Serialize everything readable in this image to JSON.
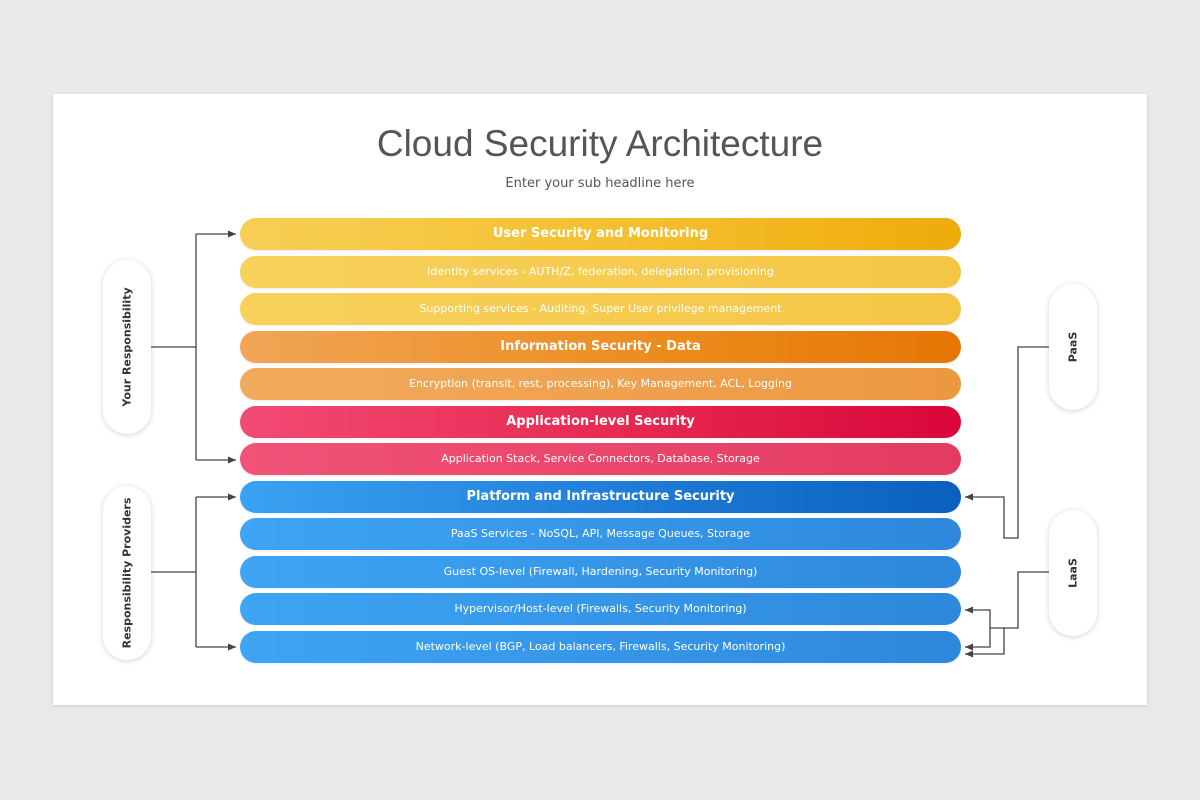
{
  "title": "Cloud Security Architecture",
  "subtitle": "Enter your sub headline here",
  "layers": [
    {
      "label": "User Security and Monitoring",
      "kind": "head",
      "color": "yellow"
    },
    {
      "label": "Identity services - AUTH/Z, federation, delegation, provisioning",
      "kind": "item",
      "color": "yellow"
    },
    {
      "label": "Supporting services - Auditing, Super User privilege management",
      "kind": "item",
      "color": "yellow"
    },
    {
      "label": "Information Security - Data",
      "kind": "head",
      "color": "orange"
    },
    {
      "label": "Encryption (transit, rest, processing), Key Management, ACL, Logging",
      "kind": "item",
      "color": "orange"
    },
    {
      "label": "Application-level Security",
      "kind": "head",
      "color": "red"
    },
    {
      "label": "Application Stack, Service Connectors, Database, Storage",
      "kind": "item",
      "color": "red"
    },
    {
      "label": "Platform and Infrastructure Security",
      "kind": "head",
      "color": "blue"
    },
    {
      "label": "PaaS Services - NoSQL, API, Message Queues, Storage",
      "kind": "item",
      "color": "blue"
    },
    {
      "label": "Guest OS-level (Firewall, Hardening, Security Monitoring)",
      "kind": "item",
      "color": "blue"
    },
    {
      "label": "Hypervisor/Host-level (Firewalls, Security Monitoring)",
      "kind": "item",
      "color": "blue"
    },
    {
      "label": "Network-level (BGP, Load balancers, Firewalls, Security Monitoring)",
      "kind": "item",
      "color": "blue"
    }
  ],
  "left_labels": {
    "your_responsibility": "Your Responsibility",
    "responsibility_providers": "Responsibility Providers"
  },
  "right_labels": {
    "paas": "PaaS",
    "laas": "LaaS"
  },
  "colors": {
    "yellow": "#f4bd2b",
    "orange": "#ec8b1c",
    "red": "#e5254d",
    "blue": "#1c78d4",
    "connector": "#444444"
  }
}
